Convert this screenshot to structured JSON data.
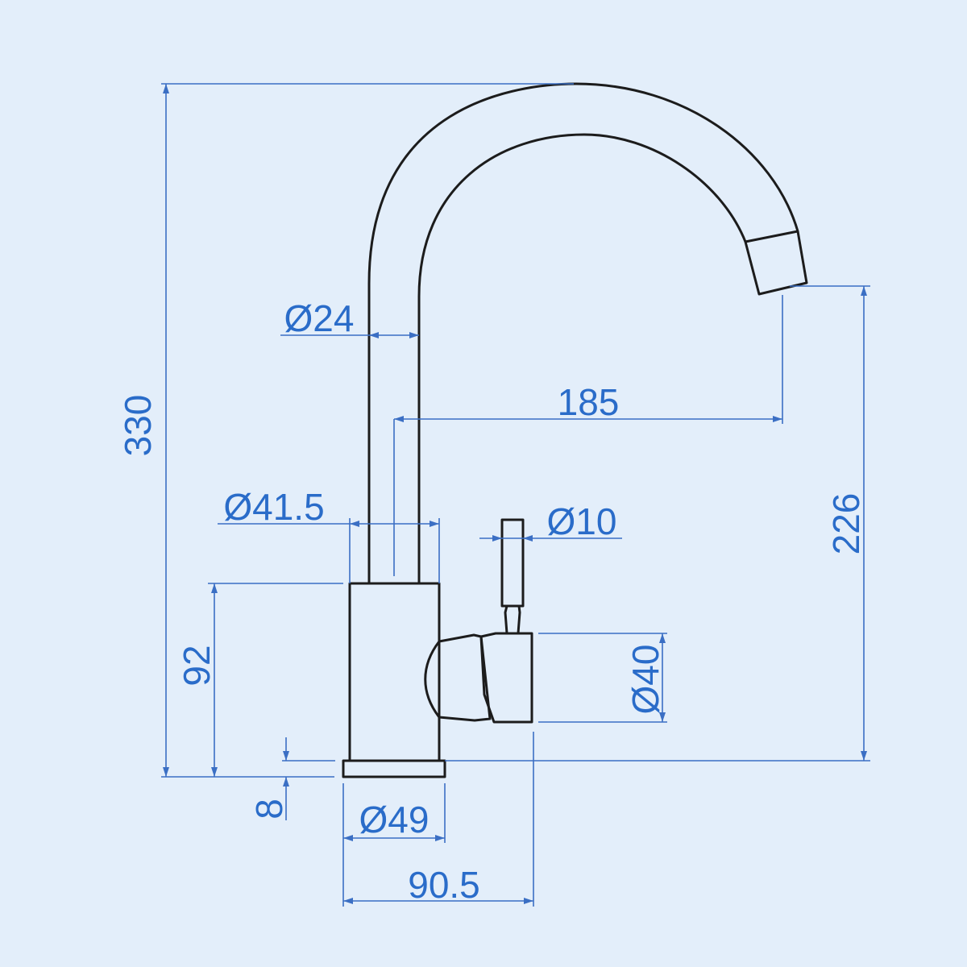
{
  "colors": {
    "background": "#e3eefa",
    "outline": "#1c1c1c",
    "dimension_line": "#3b6fc4",
    "dimension_text": "#2a6cc9"
  },
  "dimensions": {
    "total_height": "330",
    "spout_diameter": "Ø24",
    "spout_reach": "185",
    "body_diameter": "Ø41.5",
    "lever_diameter": "Ø10",
    "spout_height": "226",
    "body_height": "92",
    "handle_hub_diameter": "Ø40",
    "base_thickness": "8",
    "base_diameter": "Ø49",
    "overall_depth": "90.5"
  }
}
